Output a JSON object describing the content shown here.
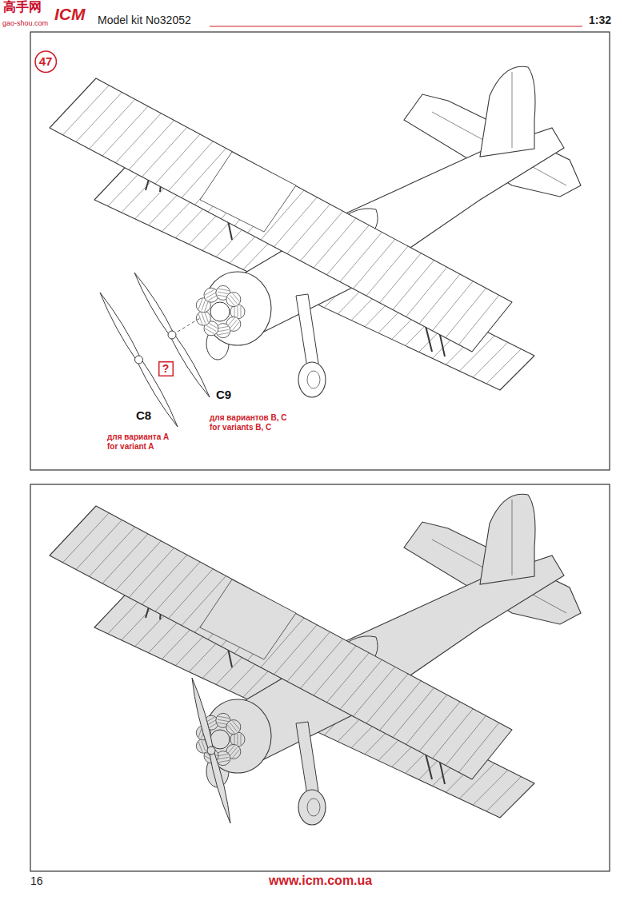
{
  "diagram": {
    "nodes": [
      {
        "text": [
          "47"
        ]
      },
      {
        "text": [
          "?"
        ]
      }
    ],
    "labels": [
      "高手网",
      "gao-shou.com",
      "ICM",
      "Model kit No32052",
      "1:32",
      "C8",
      "для варианта A",
      "for variant A",
      "C9",
      "для вариантов B, C",
      "for variants B, C",
      "16",
      "www.icm.com.ua"
    ]
  }
}
